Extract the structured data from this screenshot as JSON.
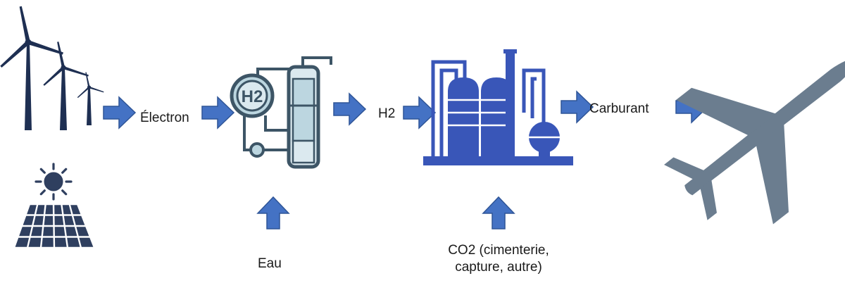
{
  "colors": {
    "arrow_fill": "#4472c4",
    "arrow_stroke": "#2f5597",
    "turbine": "#1e2f52",
    "solar": "#2f3f5f",
    "electrolyzer_stroke": "#3d5566",
    "electrolyzer_fill": "#bcd6e0",
    "refinery": "#3956b8",
    "plane": "#6b7d8f"
  },
  "icons": {
    "wind": "wind-turbines-icon",
    "solar": "solar-panel-icon",
    "electrolyzer": "electrolyzer-icon",
    "refinery": "refinery-icon",
    "plane": "airplane-icon",
    "arrow": "arrow-right-icon"
  },
  "labels": {
    "electron": "Électron",
    "h2_badge": "H2",
    "h2": "H2",
    "fuel": "Carburant",
    "water": "Eau",
    "co2_line1": "CO2 (cimenterie,",
    "co2_line2": "capture, autre)"
  }
}
